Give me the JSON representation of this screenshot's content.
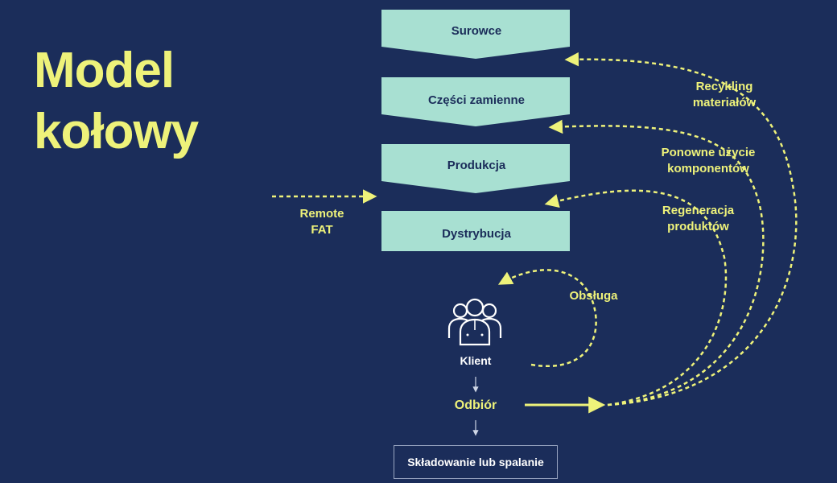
{
  "title": {
    "line1": "Model",
    "line2": "kołowy"
  },
  "stages": [
    {
      "label": "Surowce"
    },
    {
      "label": "Części zamienne"
    },
    {
      "label": "Produkcja"
    },
    {
      "label": "Dystrybucja"
    }
  ],
  "loops": {
    "recycling": {
      "line1": "Recykling",
      "line2": "materiałów"
    },
    "reuse": {
      "line1": "Ponowne użycie",
      "line2": "komponentów"
    },
    "regeneration": {
      "line1": "Regeneracja",
      "line2": "produktów"
    },
    "service": {
      "label": "Obsługa"
    }
  },
  "remote": {
    "line1": "Remote",
    "line2": "FAT"
  },
  "client": {
    "label": "Klient"
  },
  "collection": {
    "label": "Odbiór"
  },
  "final": {
    "label": "Składowanie lub spalanie"
  },
  "colors": {
    "background": "#1b2d5a",
    "accent": "#eef27a",
    "stage_fill": "#a8e0d2"
  },
  "icons": [
    "people-group-icon"
  ]
}
